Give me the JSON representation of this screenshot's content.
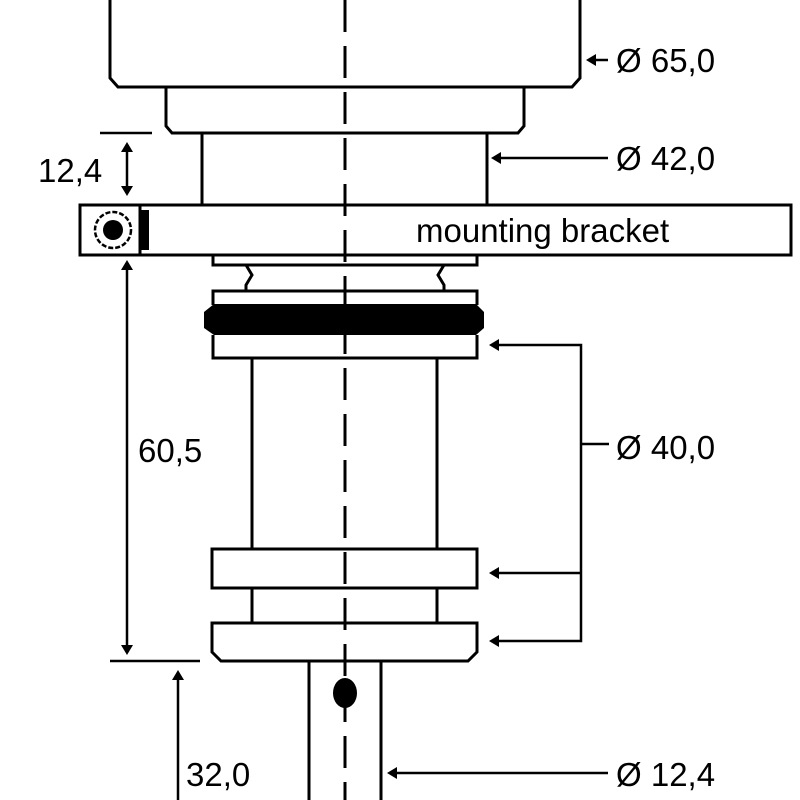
{
  "drawing": {
    "colors": {
      "line": "#000000",
      "background": "#ffffff"
    },
    "labels": {
      "bracket": "mounting bracket",
      "diameter_symbol": "Ø"
    },
    "dimensions": {
      "dia_top_housing": "Ø 65,0",
      "dia_neck": "Ø 42,0",
      "dia_rings": "Ø 40,0",
      "dia_shaft": "Ø 12,4",
      "height_neck": "12,4",
      "height_body": "60,5",
      "length_shaft": "32,0"
    }
  }
}
